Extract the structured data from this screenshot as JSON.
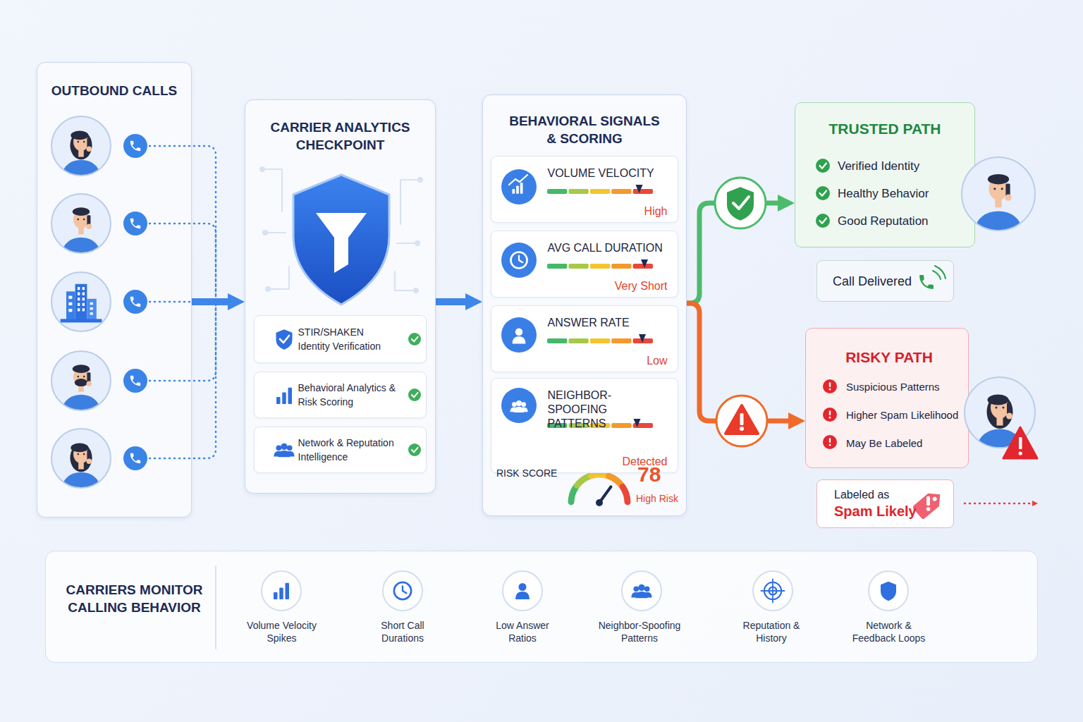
{
  "diagram": {
    "nodes": [
      {
        "text": [
          "OUTBOUND CALLS"
        ]
      },
      {
        "text": [
          "CARRIER ANALYTICS CHECKPOINT"
        ]
      },
      {
        "text": [
          "STIR/SHAKEN Identity Verification"
        ],
        "in": 1
      },
      {
        "text": [
          "Behavioral Analytics & Risk Scoring"
        ],
        "in": 1
      },
      {
        "text": [
          "Network & Reputation Intelligence"
        ],
        "in": 1
      },
      {
        "text": [
          "BEHAVIORAL SIGNALS & SCORING"
        ]
      },
      {
        "text": [
          "VOLUME VELOCITY",
          "High"
        ],
        "in": 5
      },
      {
        "text": [
          "AVG CALL DURATION",
          "Very Short"
        ],
        "in": 5
      },
      {
        "text": [
          "ANSWER RATE",
          "Low"
        ],
        "in": 5
      },
      {
        "text": [
          "NEIGHBOR-SPOOFING PATTERNS",
          "Detected"
        ],
        "in": 5
      },
      {
        "text": [
          "TRUSTED PATH",
          "Verified Identity",
          "Healthy Behavior",
          "Good Reputation"
        ]
      },
      {
        "text": [
          "Call Delivered"
        ]
      },
      {
        "text": [
          "RISKY PATH",
          "Suspicious Patterns",
          "Higher Spam Likelihood",
          "May Be Labeled"
        ]
      },
      {
        "text": [
          "Labeled as",
          "Spam Likely"
        ]
      },
      {
        "text": [
          "CARRIERS MONITOR CALLING BEHAVIOR"
        ]
      }
    ],
    "edges": [
      {
        "from": 0,
        "to": 1,
        "arrow": "to"
      },
      {
        "from": 1,
        "to": 5,
        "arrow": "to"
      },
      {
        "from": 5,
        "to": 10,
        "arrow": "to"
      },
      {
        "from": 5,
        "to": 12,
        "arrow": "to"
      }
    ],
    "labels": [
      "RISK SCORE",
      "78",
      "High Risk",
      "Volume Velocity Spikes",
      "Short Call Durations",
      "Low Answer Ratios",
      "Neighbor-Spoofing Patterns",
      "Reputation & History",
      "Network & Feedback Loops"
    ]
  }
}
